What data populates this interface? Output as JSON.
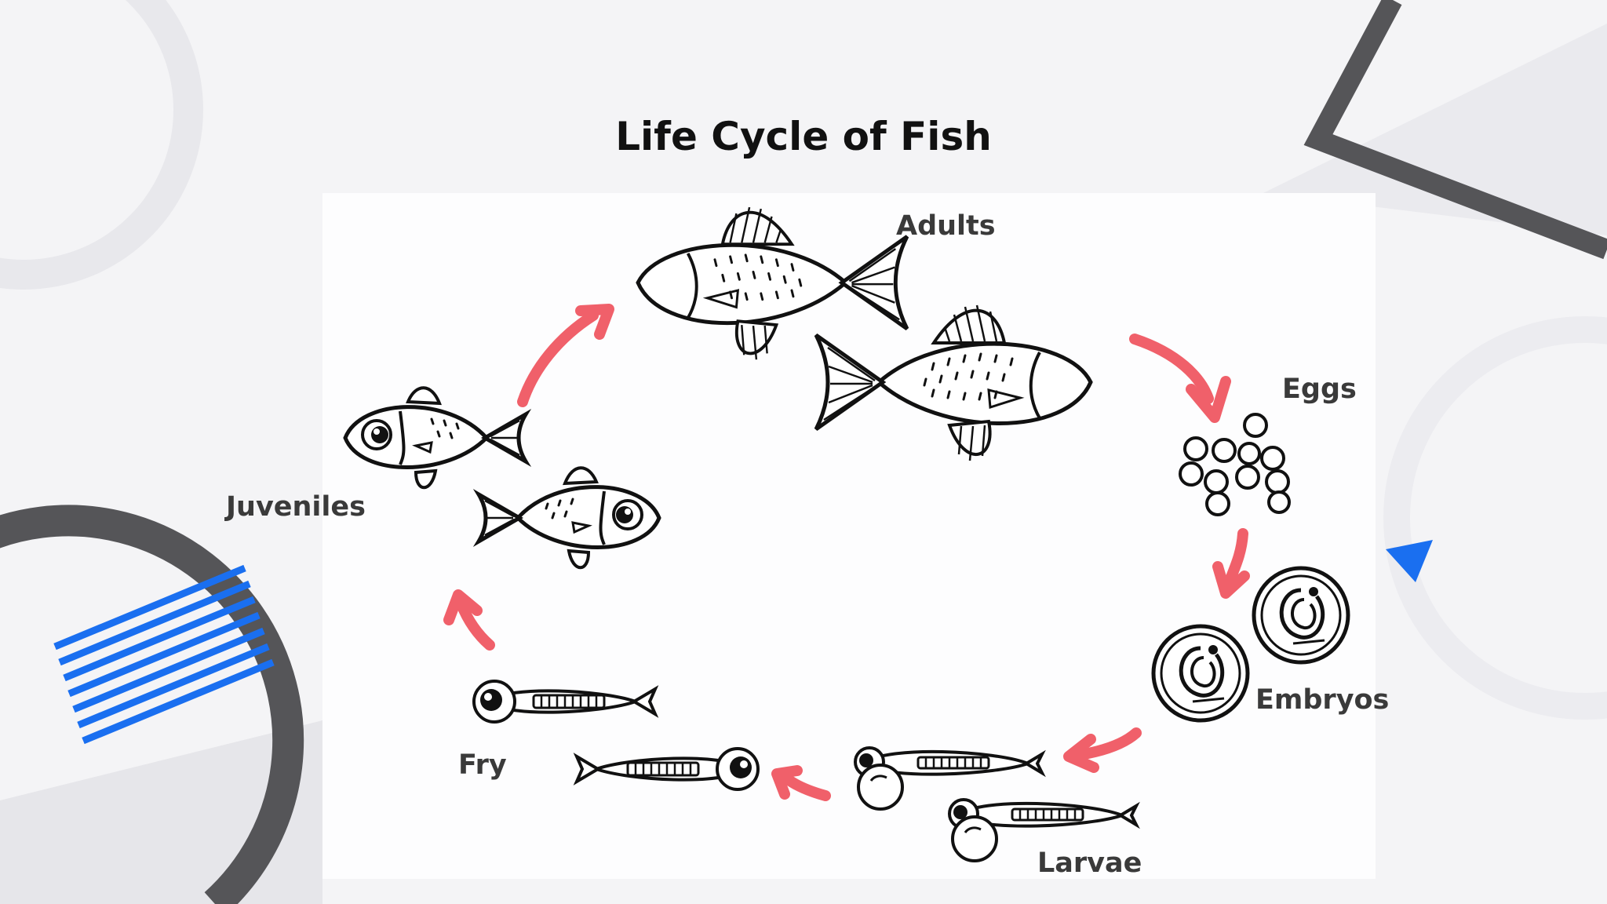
{
  "title": "Life Cycle of Fish",
  "stages": {
    "adults": "Adults",
    "eggs": "Eggs",
    "embryos": "Embryos",
    "larvae": "Larvae",
    "fry": "Fry",
    "juveniles": "Juveniles"
  },
  "colors": {
    "arrow": "#f0606a",
    "accent_blue": "#1a6ff0",
    "deco_dark": "#555558",
    "deco_light": "#e6e6ea",
    "ink": "#111111"
  },
  "icons": [
    "adult-fish-icon",
    "egg-cluster-icon",
    "embryo-icon",
    "larva-icon",
    "fry-icon",
    "juvenile-fish-icon",
    "cycle-arrow-icon",
    "play-triangle-icon"
  ]
}
